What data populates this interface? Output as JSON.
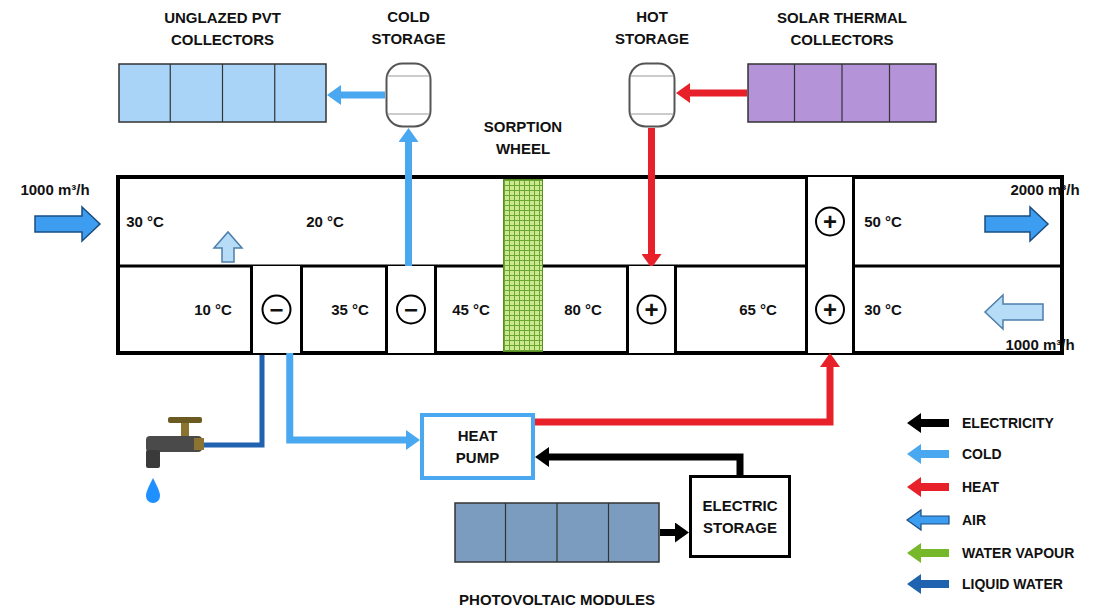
{
  "diagram": {
    "nodes": [
      {
        "text": [
          "UNGLAZED PVT COLLECTORS"
        ]
      },
      {
        "text": [
          "COLD STORAGE"
        ]
      },
      {
        "text": [
          "HOT STORAGE"
        ]
      },
      {
        "text": [
          "SOLAR THERMAL COLLECTORS"
        ]
      },
      {
        "text": [
          "SORPTION WHEEL"
        ]
      },
      {
        "text": [
          "+"
        ]
      },
      {
        "text": [
          "−"
        ]
      },
      {
        "text": [
          "−"
        ]
      },
      {
        "text": [
          "+"
        ]
      },
      {
        "text": [
          "+"
        ]
      },
      {
        "text": [
          "HEAT PUMP"
        ]
      },
      {
        "text": [
          "ELECTRIC STORAGE"
        ]
      },
      {
        "text": [
          "PHOTOVOLTAIC MODULES"
        ]
      }
    ],
    "edges": [
      {
        "from": 1,
        "to": 0,
        "arrow": "to"
      },
      {
        "from": 7,
        "to": 1,
        "arrow": "to"
      },
      {
        "from": 3,
        "to": 2,
        "arrow": "to"
      },
      {
        "from": 2,
        "to": 8,
        "arrow": "to"
      },
      {
        "from": 6,
        "to": 10,
        "arrow": "to"
      },
      {
        "from": 10,
        "to": 9,
        "arrow": "to"
      },
      {
        "from": 11,
        "to": 10,
        "arrow": "to"
      },
      {
        "from": 12,
        "to": 11,
        "arrow": "to"
      }
    ],
    "labels": [
      "1000 m³/h",
      "2000 m³/h",
      "30 °C",
      "20 °C",
      "50 °C",
      "10 °C",
      "35 °C",
      "45 °C",
      "80 °C",
      "65 °C",
      "30 °C",
      "1000 m³/h"
    ],
    "legend": [
      {
        "text": "ELECTRICITY",
        "color": "#000000"
      },
      {
        "text": "COLD",
        "color": "#4aa8f0"
      },
      {
        "text": "HEAT",
        "color": "#e8202a"
      },
      {
        "text": "AIR",
        "color": "#3d9df0"
      },
      {
        "text": "WATER VAPOUR",
        "color": "#77b82a"
      },
      {
        "text": "LIQUID WATER",
        "color": "#1f63b0"
      }
    ]
  }
}
